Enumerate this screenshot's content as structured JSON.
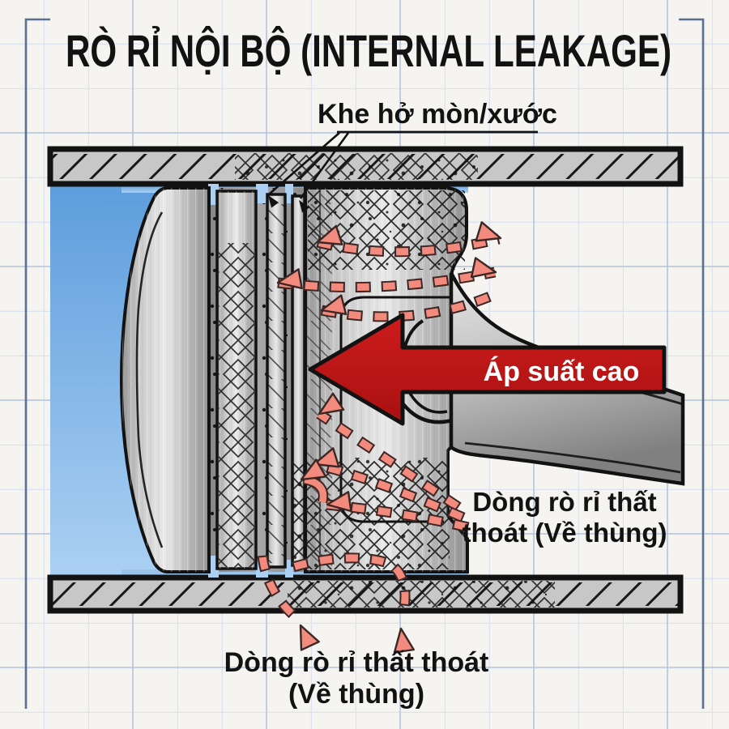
{
  "header": {
    "title": "RÒ RỈ NỘI BỘ (INTERNAL LEAKAGE)"
  },
  "labels": {
    "wear_gap": "Khe hở mòn/xước",
    "high_pressure": "Áp suất cao",
    "leak_right_line1": "Dòng rò rỉ thất",
    "leak_right_line2": "thoát (Về thùng)",
    "leak_bottom_line1": "Dòng rò rỉ thất thoát",
    "leak_bottom_line2": "(Về thùng)"
  },
  "icons": {
    "pressure_arrow": "large-left-block-arrow",
    "leak_arrow": "dashed-salmon-arrow",
    "leader_arrow": "thin-black-pointer"
  },
  "colors": {
    "ink": "#121212",
    "paper": "#f5f4f0",
    "grid_minor": "#dbe3ee",
    "grid_major": "#b7c6db",
    "frame": "#5a7191",
    "fluid": "#5d9ddd",
    "fluid_light": "#abd0f2",
    "pressure_red": "#ce1c1c",
    "leak_salmon": "#f28a7d",
    "leak_outline": "#3c2724",
    "wall_gray": "#c7c7c7"
  }
}
